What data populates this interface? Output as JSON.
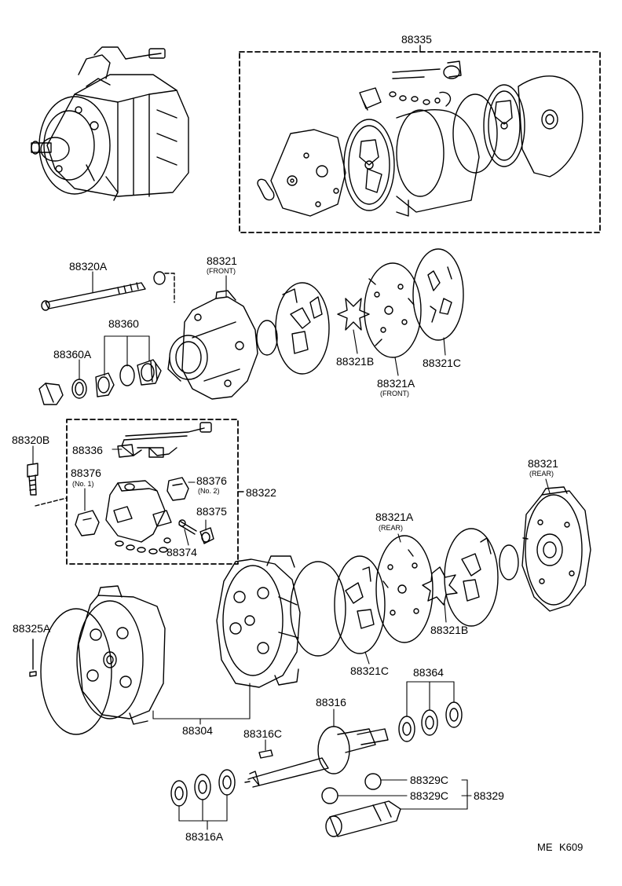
{
  "colors": {
    "ink": "#000000",
    "paper": "#ffffff"
  },
  "labels": {
    "p88335": "88335",
    "p88320A": "88320A",
    "p88321_front": "88321",
    "front_tag": "(FRONT)",
    "p88360": "88360",
    "p88360A": "88360A",
    "p88321B_top": "88321B",
    "p88321C_top": "88321C",
    "p88321A_front": "88321A",
    "front_tag2": "(FRONT)",
    "p88320B": "88320B",
    "p88336": "88336",
    "p88376_1": "88376",
    "no1_tag": "(No. 1)",
    "p88376_2": "88376",
    "no2_tag": "(No. 2)",
    "p88322": "88322",
    "p88375": "88375",
    "p88374": "88374",
    "p88321_rear": "88321",
    "rear_tag": "(REAR)",
    "p88321A_rear": "88321A",
    "rear_tag2": "(REAR)",
    "p88325A": "88325A",
    "p88321B_bot": "88321B",
    "p88321C_bot": "88321C",
    "p88364": "88364",
    "p88316": "88316",
    "p88304": "88304",
    "p88316C": "88316C",
    "p88329C_1": "88329C",
    "p88329C_2": "88329C",
    "p88329": "88329",
    "p88316A": "88316A"
  },
  "footer": {
    "code_prefix": "ME",
    "code": "K609"
  }
}
